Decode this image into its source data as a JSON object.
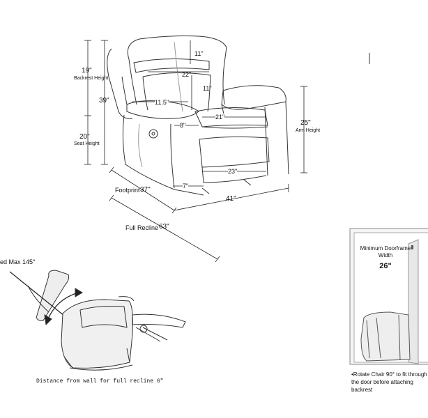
{
  "front_view": {
    "back_height": "11\"",
    "back_width": "22\"",
    "back_lower": "11\"",
    "backrest_height_value": "19\"",
    "backrest_height_label": "Backrest Height",
    "total_height": "39\"",
    "seat_height_value": "20\"",
    "seat_height_label": "Seat Height",
    "arm_width": "11.5\"",
    "seat_width": "21\"",
    "arm_depth": "8\"",
    "arm_height_value": "25\"",
    "arm_height_label": "Arm Height",
    "leg_rest": "23\"",
    "base": "7\"",
    "footprint_label": "Footprint",
    "footprint_value": "37\"",
    "width": "41\"",
    "full_recline_label": "Full Recline",
    "full_recline_value": "63\""
  },
  "side_view": {
    "recline_angle": "ed Max 145°",
    "wall_distance": "Distance from wall for full recline 6\""
  },
  "doorframe": {
    "title": "Minimum Doorframe Width",
    "width": "26\"",
    "note": "•Rotate Chair 90° to fit through the door before attaching backrest"
  }
}
